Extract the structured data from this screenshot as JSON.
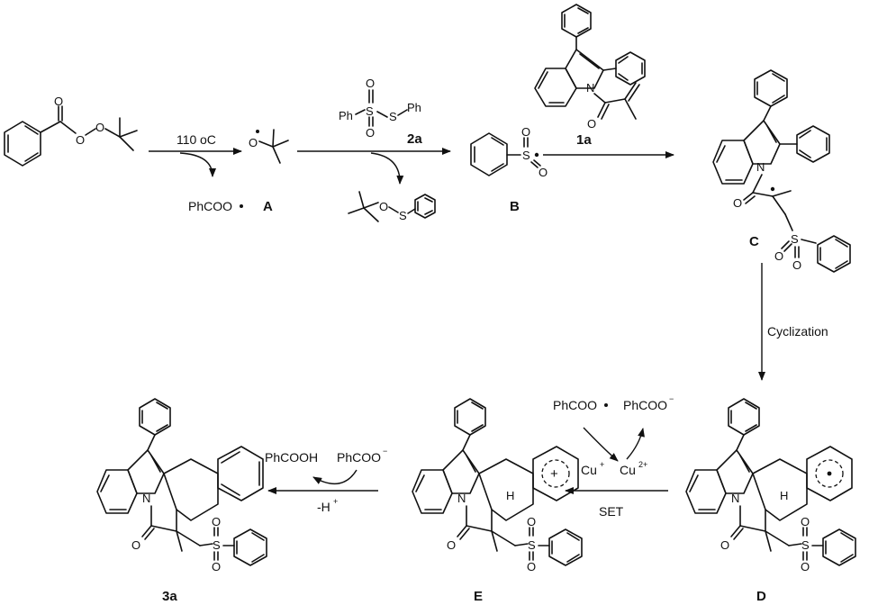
{
  "labels": {
    "A": "A",
    "B": "B",
    "C": "C",
    "D": "D",
    "E": "E",
    "p3a": "3a",
    "r1a": "1a",
    "r2a": "2a"
  },
  "conditions": {
    "temp_value": "110",
    "temp_unit": "oC",
    "cyclization": "Cyclization",
    "set": "SET",
    "deprotonation": "-H",
    "deprotonation_sup": "+"
  },
  "species": {
    "phcoo_radical_1": "PhCOO",
    "phcoo_radical_2": "PhCOO",
    "phcoo_anion_1": "PhCOO",
    "phcoo_anion_2": "PhCOO",
    "anion_sup": "−",
    "phcooh": "PhCOOH",
    "cu_plus": "Cu",
    "cu_plus_sup": "+",
    "cu_2plus": "Cu",
    "cu_2plus_sup": "2+"
  },
  "atoms": {
    "O": "O",
    "S": "S",
    "N": "N",
    "H": "H",
    "Ph": "Ph"
  },
  "colors": {
    "ink": "#111111",
    "background": "#ffffff"
  }
}
